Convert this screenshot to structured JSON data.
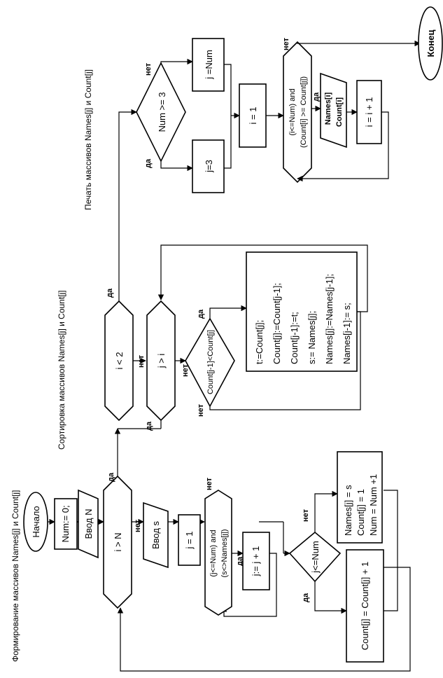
{
  "headings": {
    "part1": "Формирование массивов Names[j]  и    Count[j]",
    "part2": "Сортировка массивов Names[j]  и    Count[j]",
    "part3": "Печать массивов  Names[j]  и    Count[j]"
  },
  "blocks": {
    "start": "Начало",
    "init": "Num:= 0;",
    "input_n": "Ввод  N",
    "cond_i_gt_n": "i  >  N",
    "input_s": "Ввод  s",
    "j_eq_1": "j = 1",
    "search_cond_1": "(j<=Num) and",
    "search_cond_2": "(s<>Names[j])",
    "j_inc": "j:= j + 1",
    "cond_j_le_num": "j<=Num",
    "count_inc": "Count[j] = Count[j] + 1",
    "new_line1": "Names[j] = s",
    "new_line2": "Count[j] = 1",
    "new_line3": "Num = Num +1",
    "cond_i_lt_2": "i  <  2",
    "cond_j_gt_i": "j  >  i",
    "cond_swap": "Count[j-1]<Count[j]",
    "swap_lines": [
      "t:=Count[j];",
      "Count[j]:=Count[j-1];",
      "Count[j-1]:=t;",
      "s:= Names[j];",
      "Names[j]:=Names[j-1];",
      "Names[j-1]:= s;"
    ],
    "cond_num_ge_3": "Num >= 3",
    "j_eq_num": "j =Num",
    "j_eq_3": "j=3",
    "i_eq_1": "i = 1",
    "print_cond_1": "(i<=Num) and",
    "print_cond_2": "(Count[i] >= Count[j])",
    "print_names": "Names[i]",
    "print_count": "Count[i]",
    "i_inc": "i = i + 1",
    "end": "Конец"
  },
  "labels": {
    "yes": "да",
    "no": "нет"
  }
}
